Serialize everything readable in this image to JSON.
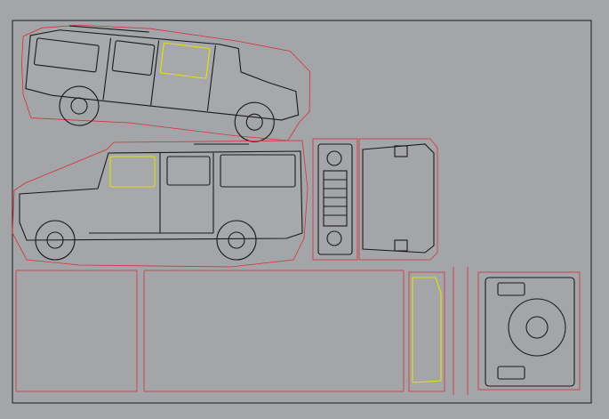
{
  "canvas": {
    "background_color": "#a3a5a8",
    "frame_color": "#1a1a1a",
    "line_color": "#1a1a1a",
    "cut_line_color": "#d9303a",
    "highlight_color": "#e8e000"
  },
  "parts": [
    {
      "name": "side-view-left",
      "icon": "vehicle-side-profile"
    },
    {
      "name": "side-view-right",
      "icon": "vehicle-side-profile"
    },
    {
      "name": "front-view",
      "icon": "vehicle-front-grille"
    },
    {
      "name": "hood-top-view",
      "icon": "vehicle-hood-panel"
    },
    {
      "name": "roof-panel-a",
      "icon": "flat-panel"
    },
    {
      "name": "roof-panel-b",
      "icon": "flat-panel"
    },
    {
      "name": "rear-door-strip",
      "icon": "door-strip"
    },
    {
      "name": "rear-view",
      "icon": "vehicle-rear-spare-wheel"
    }
  ]
}
